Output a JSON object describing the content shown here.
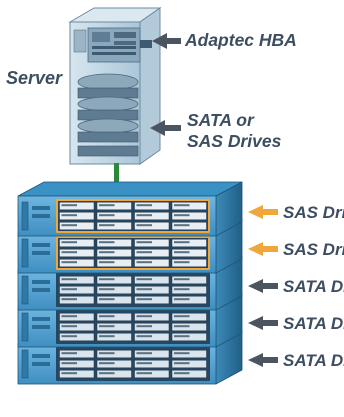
{
  "labels": {
    "server": "Server",
    "hba": "Adaptec HBA",
    "sata_or": "SATA or",
    "sas_drives_server": "SAS Drives"
  },
  "shelves": [
    {
      "label": "SAS Drives",
      "type": "SAS",
      "frame_color": "#f0a63a",
      "arrow_color": "#f0a63a"
    },
    {
      "label": "SAS Drives",
      "type": "SAS",
      "frame_color": "#f0a63a",
      "arrow_color": "#f0a63a"
    },
    {
      "label": "SATA Drives",
      "type": "SATA",
      "frame_color": "#27465f",
      "arrow_color": "#4a5560"
    },
    {
      "label": "SATA Drives",
      "type": "SATA",
      "frame_color": "#27465f",
      "arrow_color": "#4a5560"
    },
    {
      "label": "SATA Drives",
      "type": "SATA",
      "frame_color": "#27465f",
      "arrow_color": "#4a5560"
    }
  ],
  "colors": {
    "label_text": "#3d4e60",
    "arrow_dark": "#4a5560",
    "arrow_orange": "#f0a63a",
    "chassis_top": "#3a92c4",
    "chassis_side": "#2f79a8",
    "chassis_front": "#5aa8d8",
    "cable": "#2a8a3a",
    "server_glass": "#c6dbe8"
  },
  "icons": {
    "server": "server-tower-icon",
    "hba": "hba-card-icon",
    "enclosure": "drive-enclosure-icon",
    "arrow": "arrow-left-icon"
  }
}
